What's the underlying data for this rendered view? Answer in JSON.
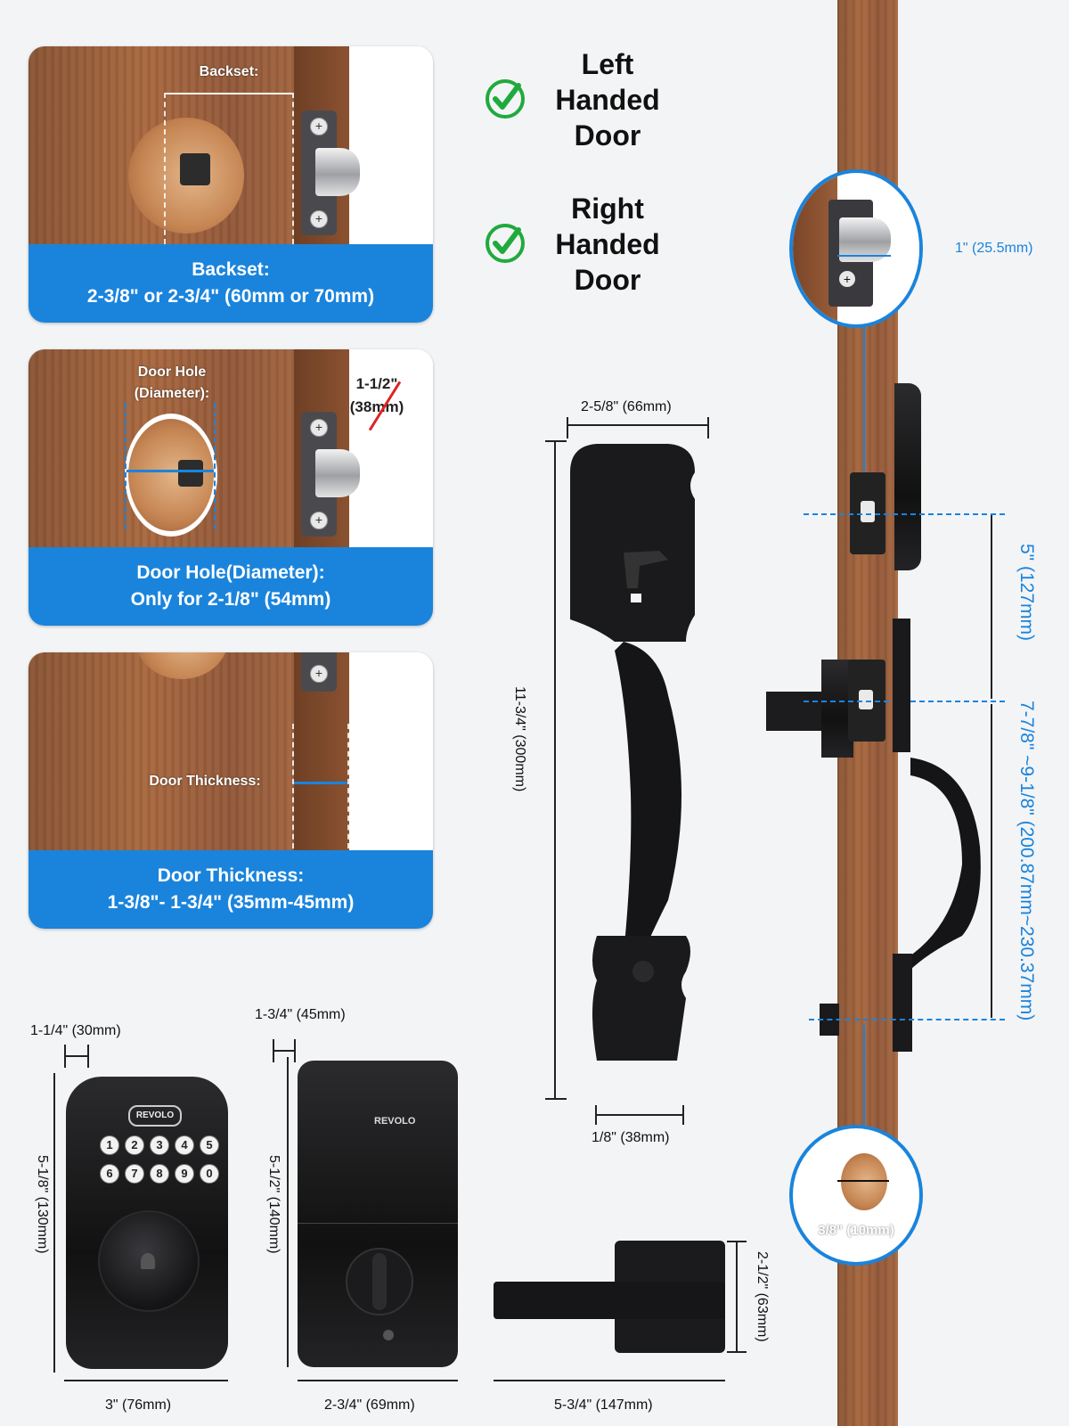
{
  "cards": {
    "backset": {
      "inner_label": "Backset:",
      "title": "Backset:",
      "value": "2-3/8\" or 2-3/4\" (60mm or 70mm)"
    },
    "door_hole": {
      "inner_label_1": "Door Hole",
      "inner_label_2": "(Diameter):",
      "crossed_1": "1-1/2\"",
      "crossed_2": "(38mm)",
      "title": "Door Hole(Diameter):",
      "value": "Only for 2-1/8\" (54mm)"
    },
    "thickness": {
      "inner_label": "Door Thickness:",
      "title": "Door Thickness:",
      "value": "1-3/8\"- 1-3/4\" (35mm-45mm)"
    }
  },
  "handedness": {
    "left": [
      "Left",
      "Handed",
      "Door"
    ],
    "right": [
      "Right",
      "Handed",
      "Door"
    ]
  },
  "handle_dims": {
    "width_top": "2-5/8\" (66mm)",
    "height": "11-3/4\" (300mm)",
    "width_bottom": "1/8\" (38mm)"
  },
  "side_dims": {
    "latch_edge": "1\" (25.5mm)",
    "spacing_upper": "5\" (127mm)",
    "spacing_lower": "7-7/8\" ~9-1/8\" (200.87mm~230.37mm)",
    "screw_hole": "3/8\" (10mm)"
  },
  "keypad_dims": {
    "depth": "1-1/4\" (30mm)",
    "height": "5-1/8\" (130mm)",
    "width": "3\" (76mm)",
    "brand": "REVOLO",
    "keys": [
      "1",
      "2",
      "3",
      "4",
      "5",
      "6",
      "7",
      "8",
      "9",
      "0"
    ]
  },
  "interior_dims": {
    "depth": "1-3/4\" (45mm)",
    "height": "5-1/2\" (140mm)",
    "width": "2-3/4\" (69mm)",
    "brand": "REVOLO"
  },
  "lever_dims": {
    "height": "2-1/2\" (63mm)",
    "width": "5-3/4\" (147mm)"
  },
  "colors": {
    "accent_blue": "#1a84dc",
    "check_green": "#1faa3c",
    "wood": "#a8683f"
  }
}
